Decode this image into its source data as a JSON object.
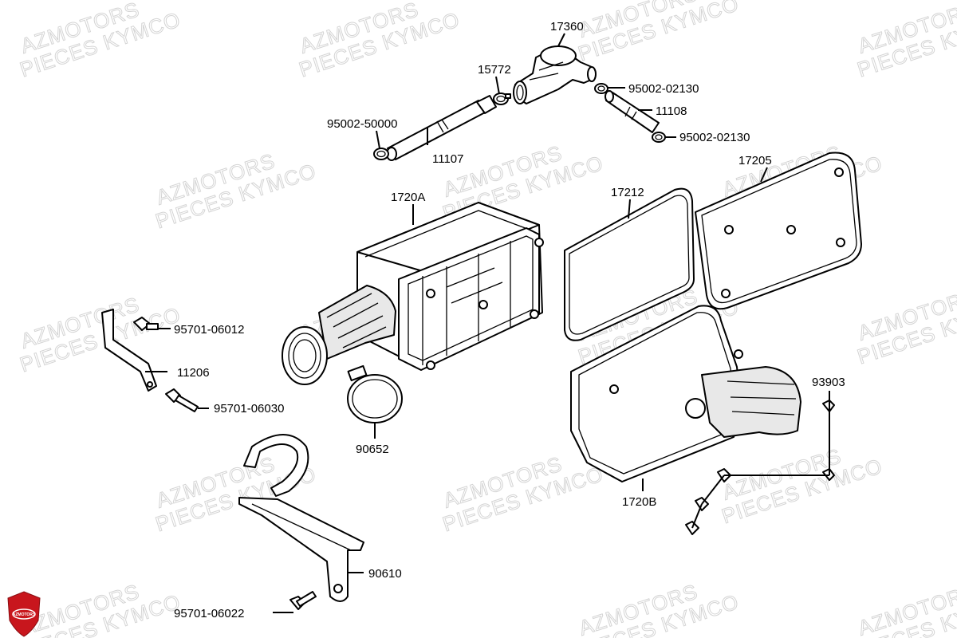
{
  "watermark": {
    "line1": "AZMOTORS",
    "line2": "PIECES KYMCO"
  },
  "logo": {
    "text": "AZMOTORS",
    "color": "#c8161d"
  },
  "parts": [
    {
      "id": "p17360",
      "label": "17360"
    },
    {
      "id": "p15772",
      "label": "15772"
    },
    {
      "id": "p95002_02130a",
      "label": "95002-02130"
    },
    {
      "id": "p11108",
      "label": "11108"
    },
    {
      "id": "p95002_50000",
      "label": "95002-50000"
    },
    {
      "id": "p95002_02130b",
      "label": "95002-02130"
    },
    {
      "id": "p11107",
      "label": "11107"
    },
    {
      "id": "p17205",
      "label": "17205"
    },
    {
      "id": "p1720A",
      "label": "1720A"
    },
    {
      "id": "p17212",
      "label": "17212"
    },
    {
      "id": "p95701_06012",
      "label": "95701-06012"
    },
    {
      "id": "p11206",
      "label": "11206"
    },
    {
      "id": "p95701_06030",
      "label": "95701-06030"
    },
    {
      "id": "p93903",
      "label": "93903"
    },
    {
      "id": "p90652",
      "label": "90652"
    },
    {
      "id": "p1720B",
      "label": "1720B"
    },
    {
      "id": "p90610",
      "label": "90610"
    },
    {
      "id": "p95701_06022",
      "label": "95701-06022"
    }
  ]
}
